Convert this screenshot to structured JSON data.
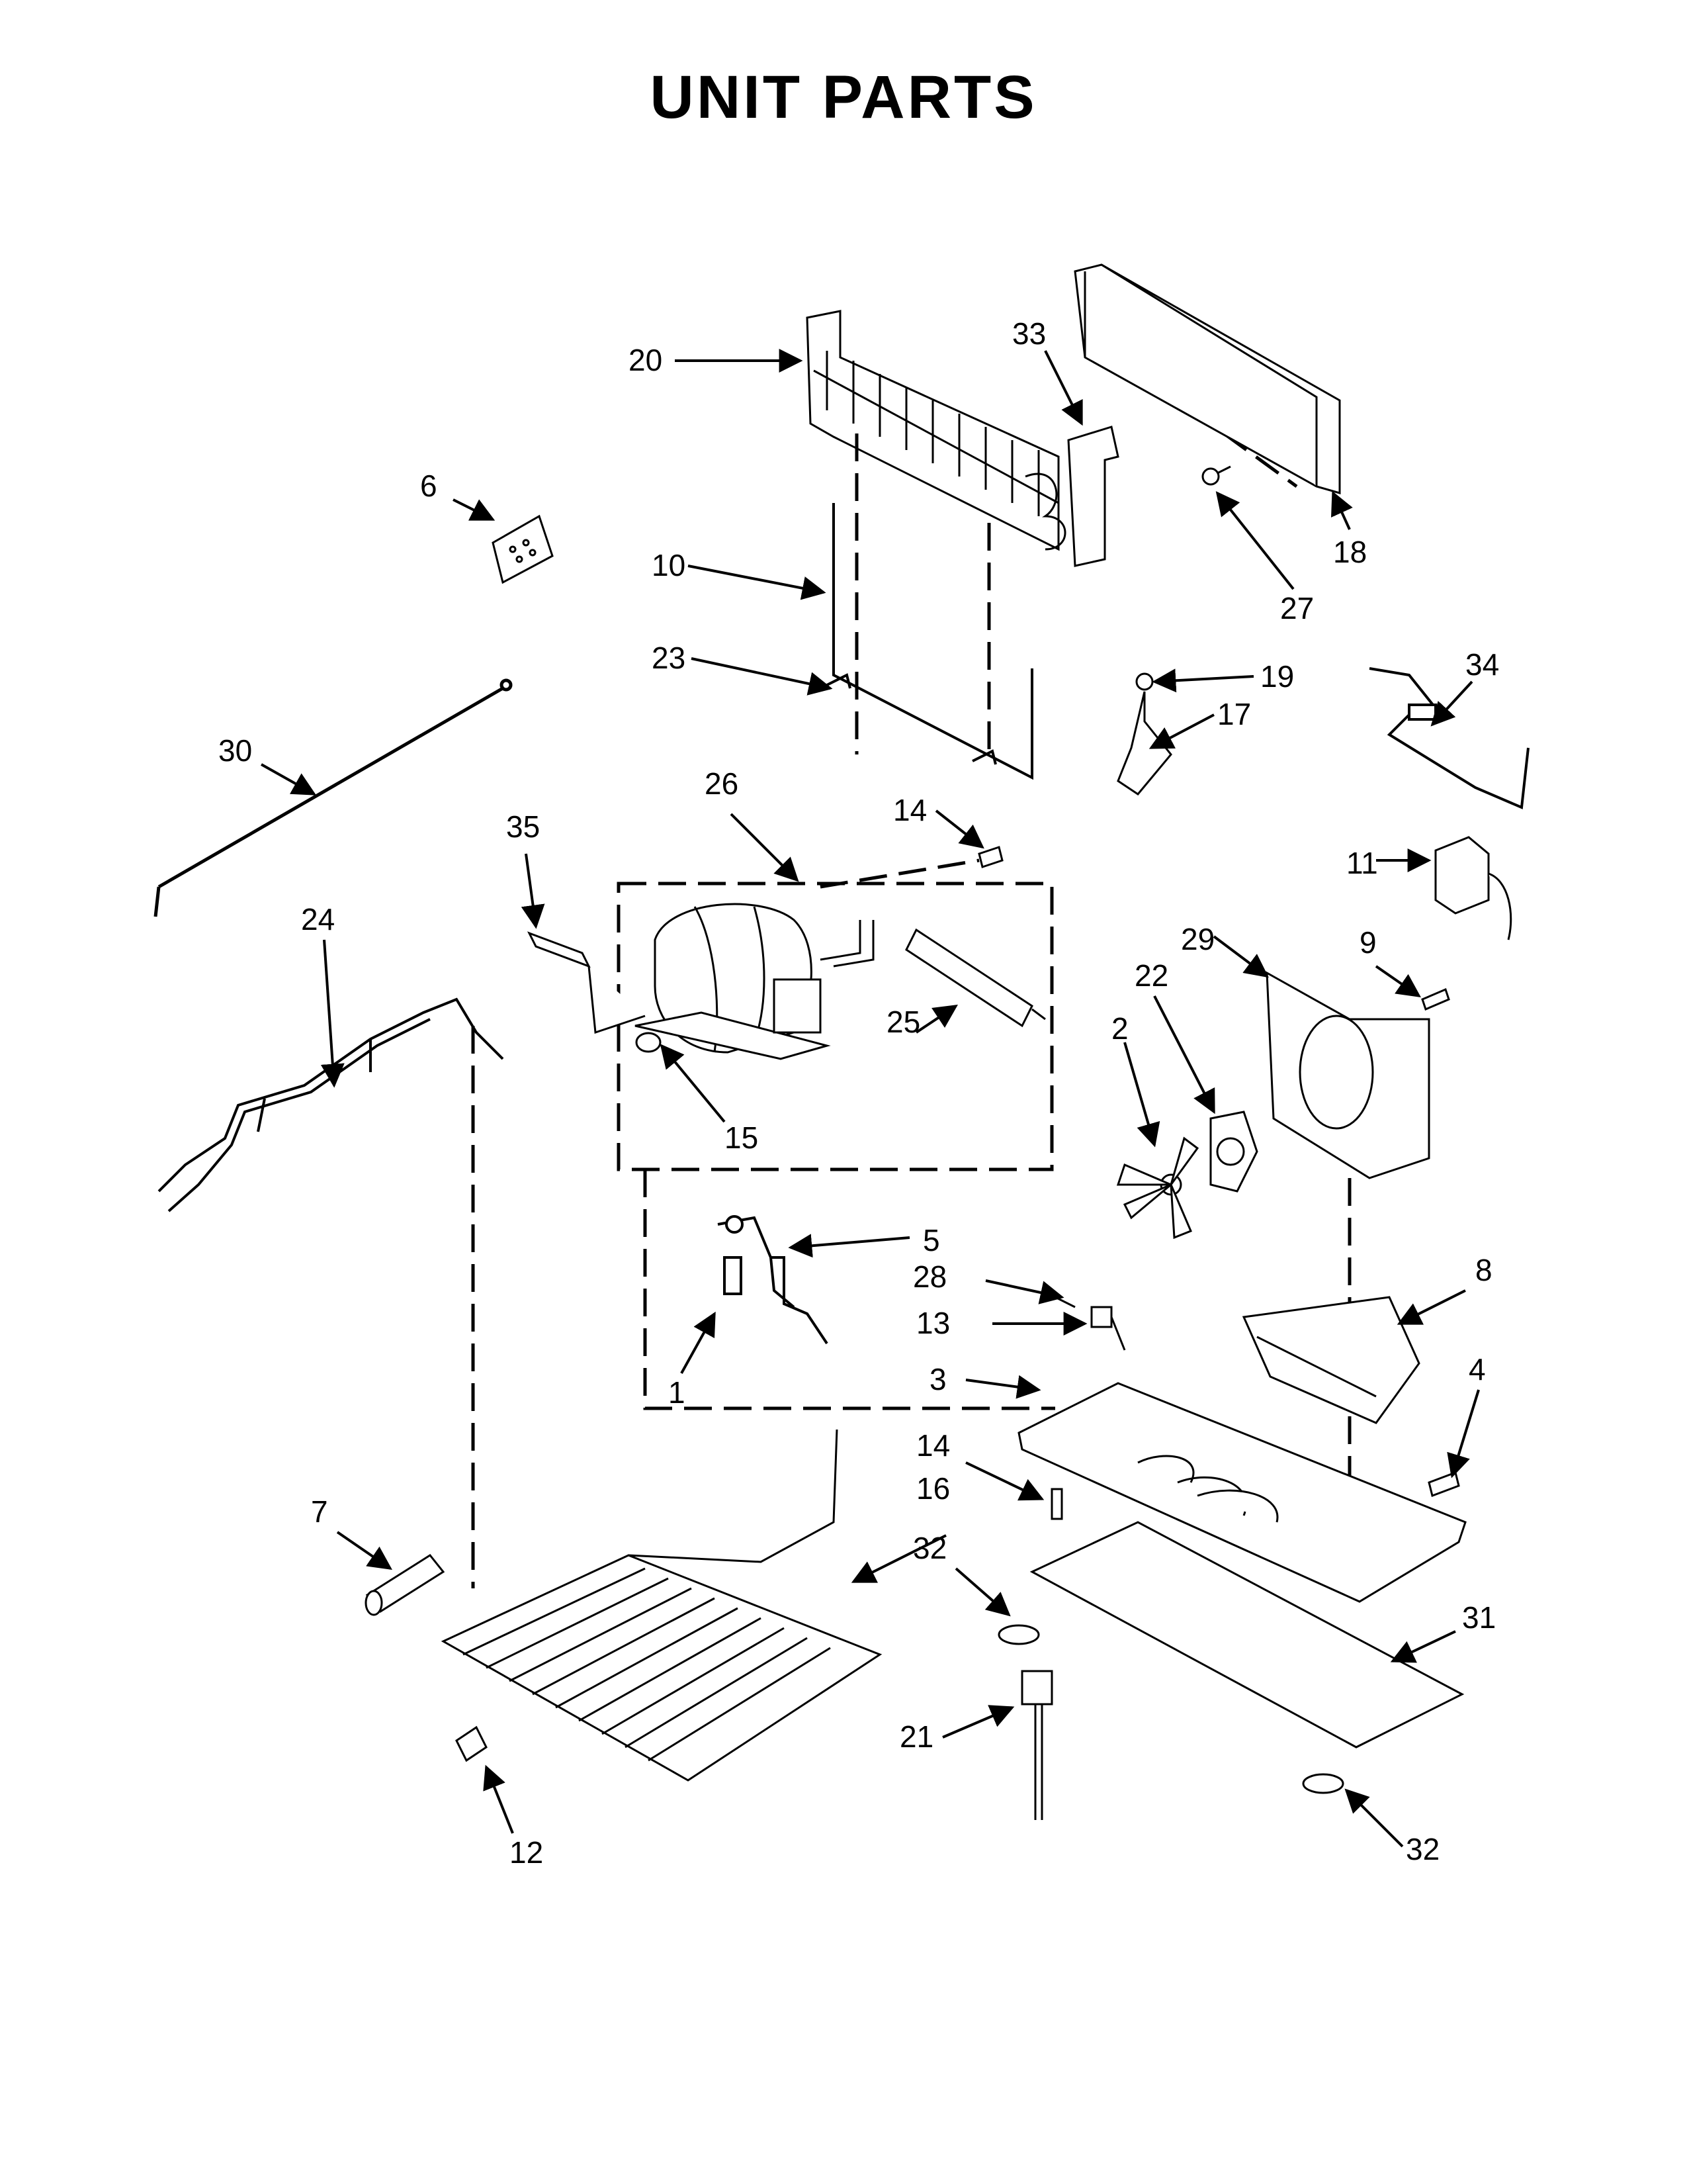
{
  "title": "UNIT PARTS",
  "callouts": [
    {
      "id": "c20a",
      "text": "20"
    },
    {
      "id": "c33",
      "text": "33"
    },
    {
      "id": "c6",
      "text": "6"
    },
    {
      "id": "c10",
      "text": "10"
    },
    {
      "id": "c18",
      "text": "18"
    },
    {
      "id": "c27",
      "text": "27"
    },
    {
      "id": "c23",
      "text": "23"
    },
    {
      "id": "c19",
      "text": "19"
    },
    {
      "id": "c17",
      "text": "17"
    },
    {
      "id": "c34",
      "text": "34"
    },
    {
      "id": "c30",
      "text": "30"
    },
    {
      "id": "c26",
      "text": "26"
    },
    {
      "id": "c14a",
      "text": "14"
    },
    {
      "id": "c35",
      "text": "35"
    },
    {
      "id": "c11",
      "text": "11"
    },
    {
      "id": "c24",
      "text": "24"
    },
    {
      "id": "c29",
      "text": "29"
    },
    {
      "id": "c9",
      "text": "9"
    },
    {
      "id": "c25",
      "text": "25"
    },
    {
      "id": "c22",
      "text": "22"
    },
    {
      "id": "c2",
      "text": "2"
    },
    {
      "id": "c15",
      "text": "15"
    },
    {
      "id": "c5",
      "text": "5"
    },
    {
      "id": "c28",
      "text": "28"
    },
    {
      "id": "c8",
      "text": "8"
    },
    {
      "id": "c13",
      "text": "13"
    },
    {
      "id": "c3",
      "text": "3"
    },
    {
      "id": "c4",
      "text": "4"
    },
    {
      "id": "c1",
      "text": "1"
    },
    {
      "id": "c14b",
      "text": "14"
    },
    {
      "id": "c16",
      "text": "16"
    },
    {
      "id": "c7",
      "text": "7"
    },
    {
      "id": "c32a",
      "text": "32"
    },
    {
      "id": "c31",
      "text": "31"
    },
    {
      "id": "c21",
      "text": "21"
    },
    {
      "id": "c12",
      "text": "12"
    },
    {
      "id": "c32b",
      "text": "32"
    }
  ]
}
